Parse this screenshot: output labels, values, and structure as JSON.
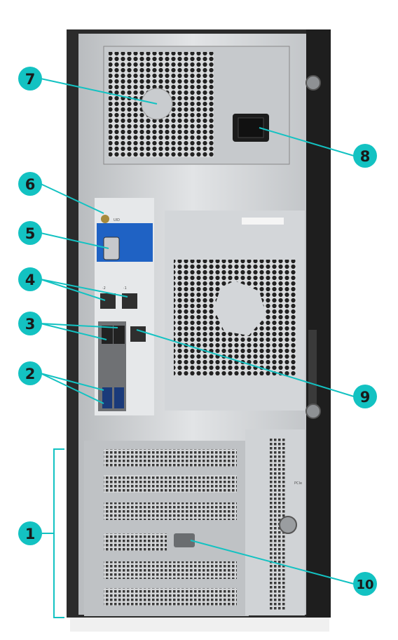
{
  "colors": {
    "callout": "#13c2c2",
    "leader": "#13c2c2",
    "chassis_dark": "#2a2a2a",
    "panel_silver": "#cfd2d5",
    "io_blue": "#1f62c4"
  },
  "callouts": [
    {
      "id": "1",
      "label": "1"
    },
    {
      "id": "2",
      "label": "2"
    },
    {
      "id": "3",
      "label": "3"
    },
    {
      "id": "4",
      "label": "4"
    },
    {
      "id": "5",
      "label": "5"
    },
    {
      "id": "6",
      "label": "6"
    },
    {
      "id": "7",
      "label": "7"
    },
    {
      "id": "8",
      "label": "8"
    },
    {
      "id": "9",
      "label": "9"
    },
    {
      "id": "10",
      "label": "10"
    }
  ],
  "port_labels": {
    "uid": "UID",
    "nic2": "·2",
    "nic1": "·1",
    "pci": "PCIe"
  }
}
